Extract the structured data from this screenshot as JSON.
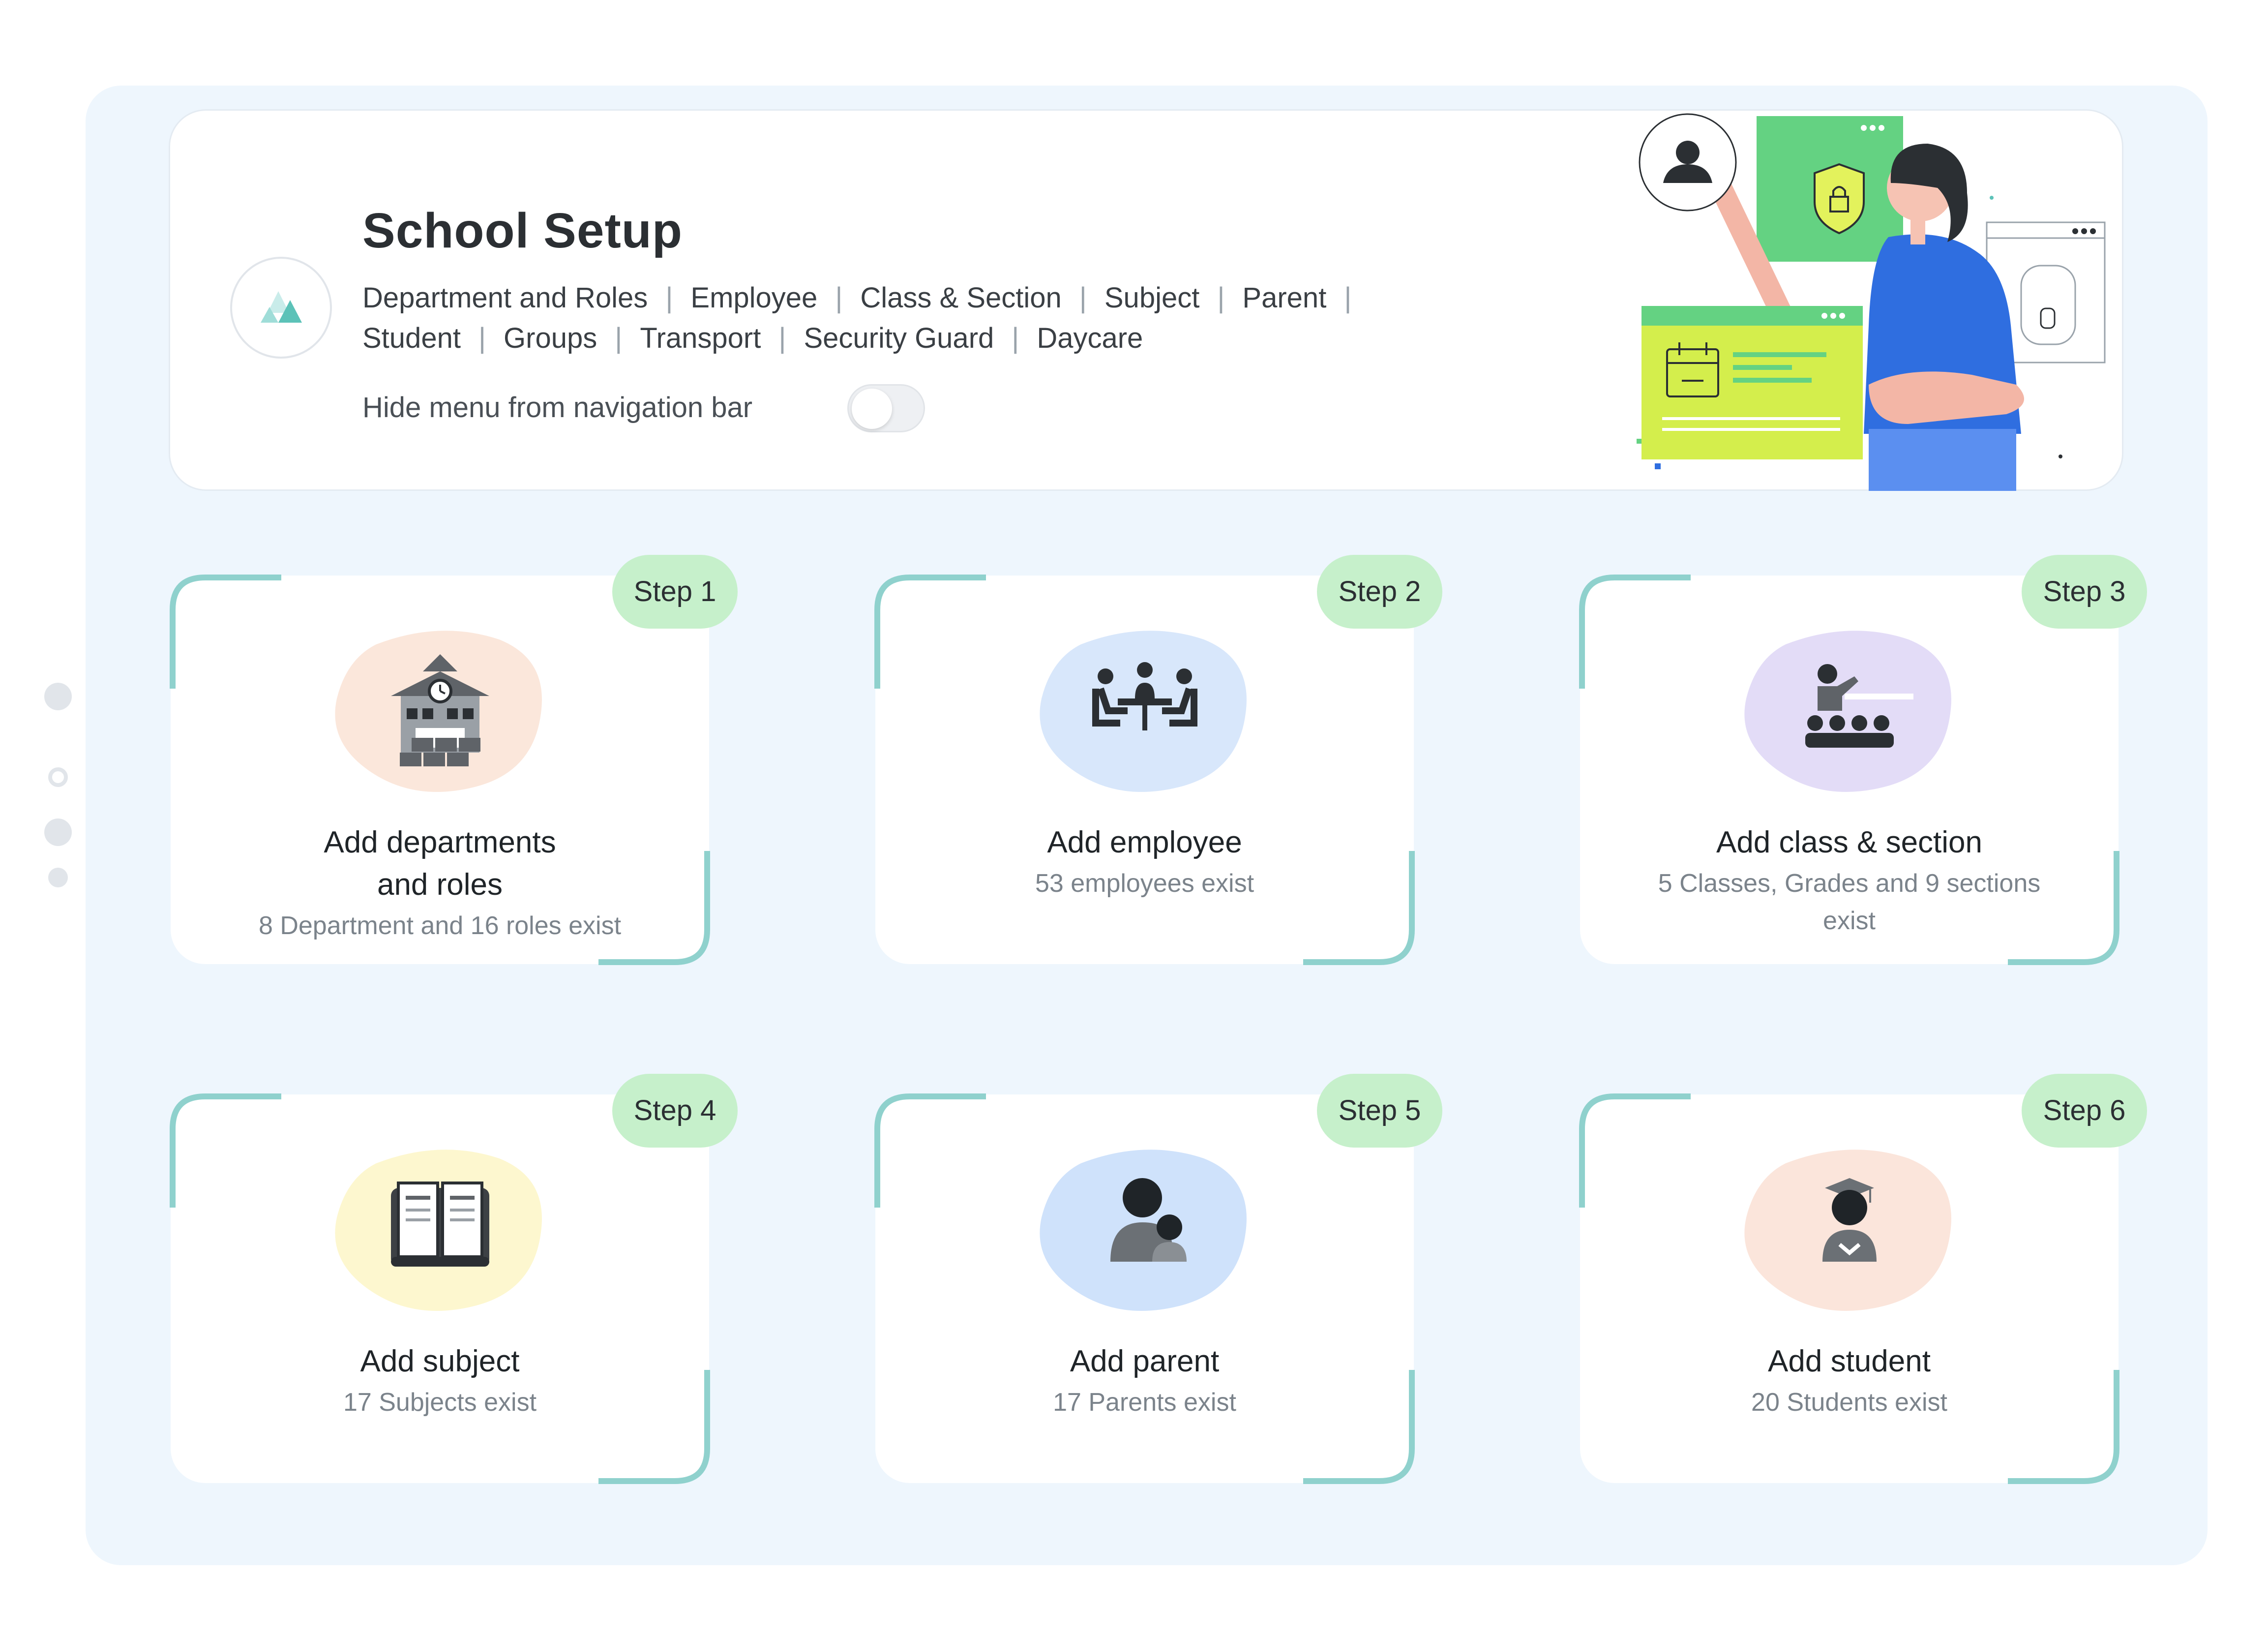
{
  "page_title": "School Setup",
  "menu": {
    "row1": [
      "Department and Roles",
      "Employee",
      "Class & Section",
      "Subject",
      "Parent"
    ],
    "row2": [
      "Student",
      "Groups",
      "Transport",
      "Security Guard",
      "Daycare"
    ]
  },
  "toggle": {
    "label": "Hide menu from navigation bar",
    "checked": false
  },
  "steps": [
    {
      "badge": "Step 1",
      "title": "Add departments and roles",
      "subtitle": "8 Department and 16 roles exist",
      "icon": "school-building-icon",
      "blob_color": "#fbe7db"
    },
    {
      "badge": "Step 2",
      "title": "Add employee",
      "subtitle": "53 employees exist",
      "icon": "meeting-table-icon",
      "blob_color": "#d8e7fb"
    },
    {
      "badge": "Step 3",
      "title": "Add class & section",
      "subtitle": "5 Classes, Grades and 9 sections exist",
      "icon": "classroom-teacher-icon",
      "blob_color": "#e3dcf7"
    },
    {
      "badge": "Step 4",
      "title": "Add subject",
      "subtitle": "17 Subjects exist",
      "icon": "open-book-icon",
      "blob_color": "#fdf7cf"
    },
    {
      "badge": "Step 5",
      "title": "Add parent",
      "subtitle": "17 Parents exist",
      "icon": "parent-child-icon",
      "blob_color": "#cfe2fb"
    },
    {
      "badge": "Step 6",
      "title": "Add student",
      "subtitle": "20 Students exist",
      "icon": "graduate-student-icon",
      "blob_color": "#fbe5db"
    }
  ],
  "colors": {
    "panel_bg": "#eef6fd",
    "accent_teal": "#8fd1cd",
    "step_badge": "#c6f0cb",
    "illustration_green": "#64d282",
    "illustration_lime": "#d4ee4c",
    "illustration_blue": "#2f6ee0"
  }
}
